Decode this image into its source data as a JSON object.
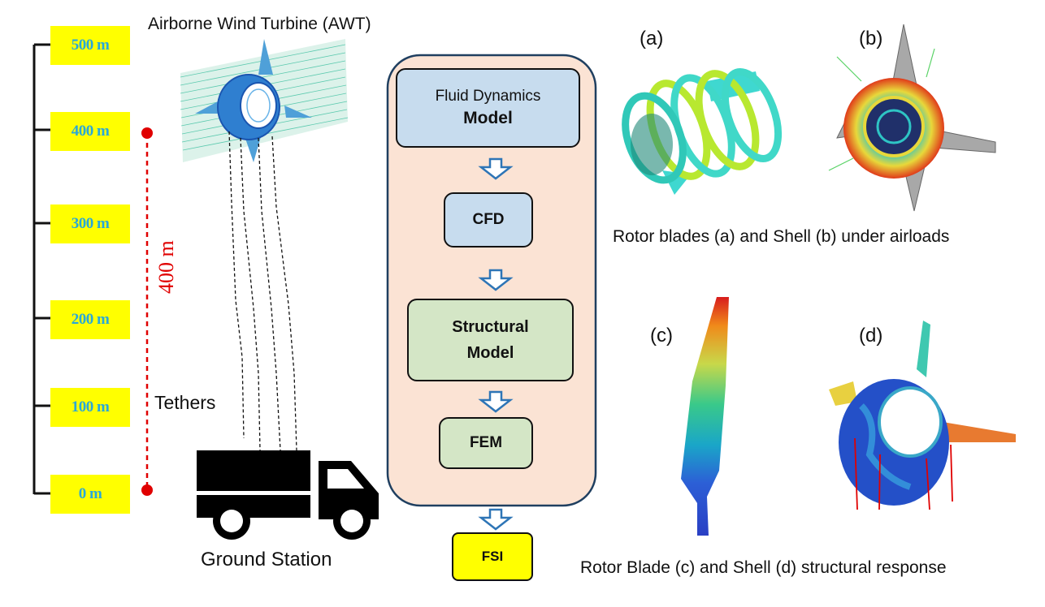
{
  "altitude_scale": {
    "labels": [
      "500 m",
      "400 m",
      "300 m",
      "200 m",
      "100 m",
      "0 m"
    ]
  },
  "awt_label": "Airborne Wind Turbine (AWT)",
  "tether_height_label": "400 m",
  "tethers_label": "Tethers",
  "ground_station_label": "Ground Station",
  "flowchart": {
    "fluid_model": {
      "line1": "Fluid Dynamics",
      "line2": "Model"
    },
    "cfd": "CFD",
    "structural_model": {
      "line1": "Structural",
      "line2": "Model"
    },
    "fem": "FEM",
    "fsi": "FSI"
  },
  "panels": {
    "a": "(a)",
    "b": "(b)",
    "c": "(c)",
    "d": "(d)",
    "caption_top": "Rotor blades (a) and Shell (b) under airloads",
    "caption_bottom": "Rotor Blade (c) and Shell (d) structural response"
  },
  "colors": {
    "accent_yellow": "#ffff00",
    "altitude_text": "#29a8d8",
    "tether_red": "#e00000",
    "flow_bg": "#fbe3d4",
    "fluid_blue": "#c7dcee",
    "struct_green": "#d4e6c6",
    "arrow_blue": "#2e75b6"
  }
}
